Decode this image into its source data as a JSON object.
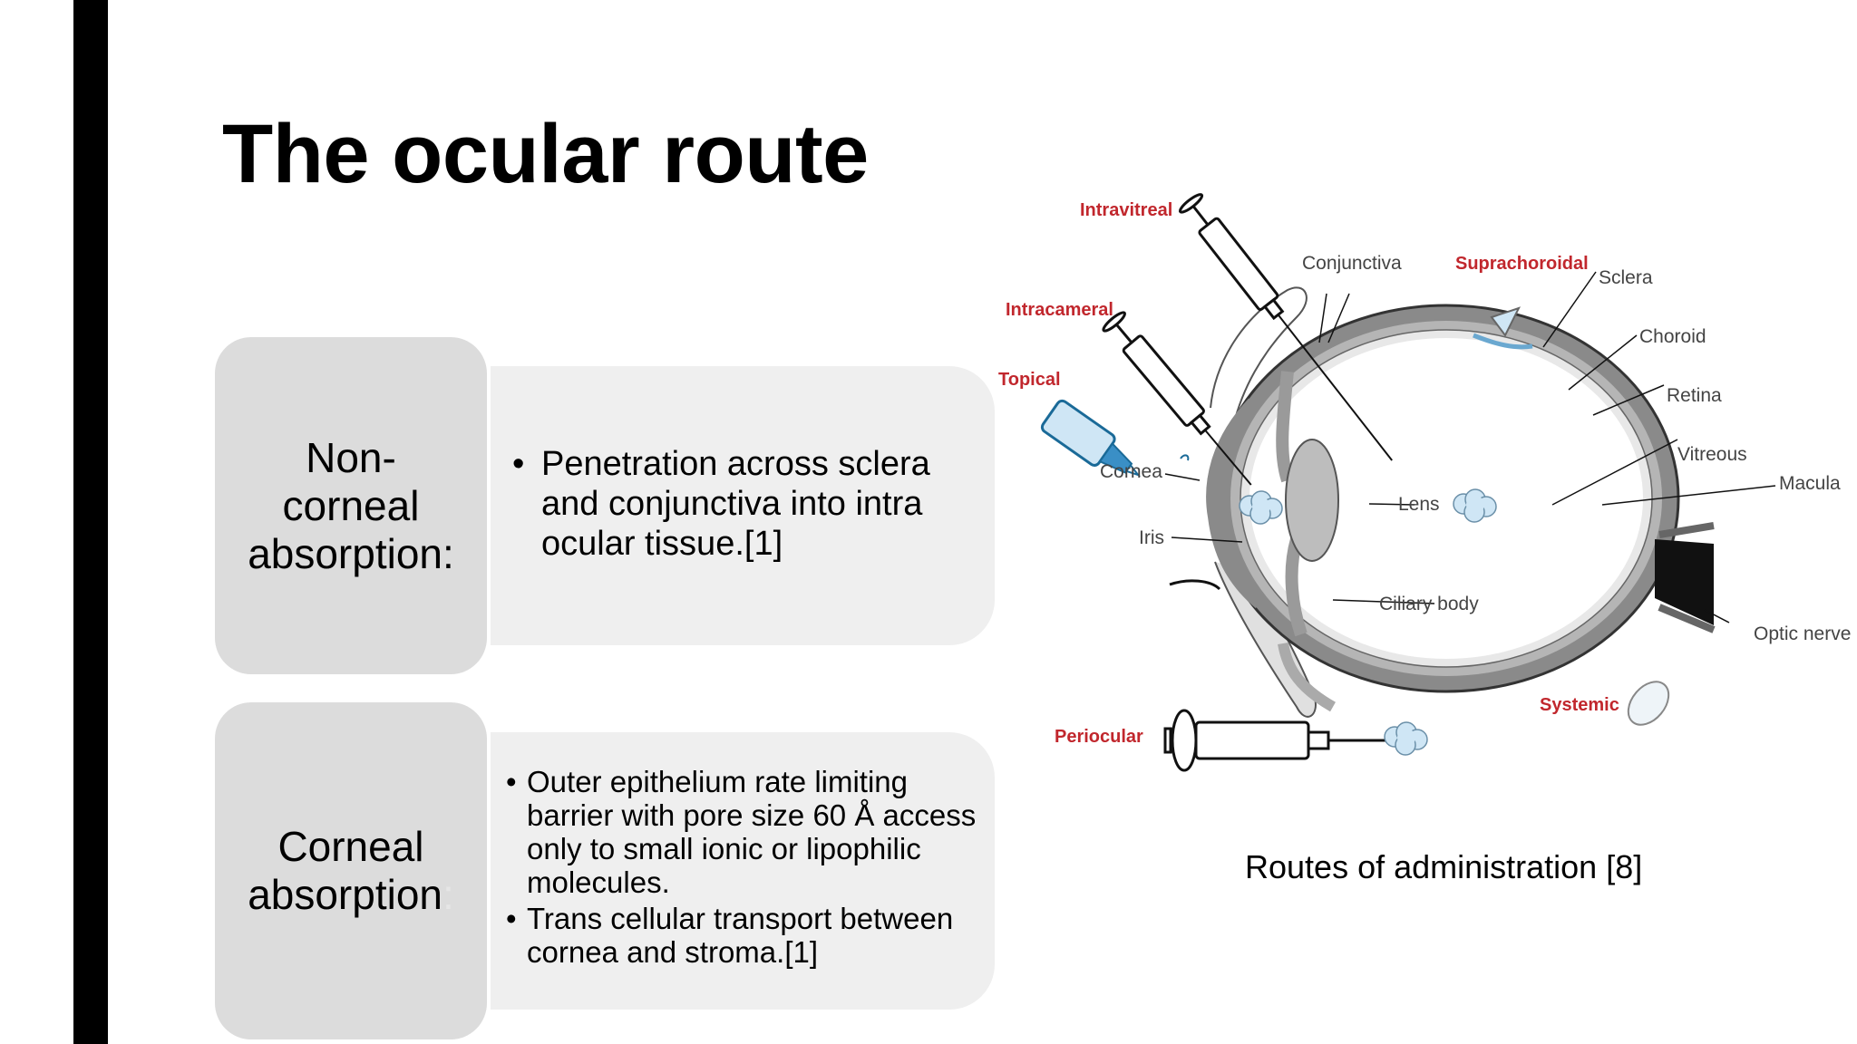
{
  "slide": {
    "title": "The ocular route"
  },
  "sections": [
    {
      "label_lines": [
        "Non-",
        "corneal",
        "absorption:"
      ],
      "bullets": [
        "Penetration across sclera and conjunctiva into intra ocular tissue.[1]"
      ]
    },
    {
      "label_lines": [
        "Corneal",
        "absorption"
      ],
      "label_colon": ":",
      "bullets": [
        "Outer epithelium rate limiting barrier with pore size 60 Å access only to small ionic or lipophilic molecules.",
        "Trans cellular transport between cornea and stroma.[1]"
      ]
    }
  ],
  "diagram": {
    "routes": {
      "intravitreal": "Intravitreal",
      "intracameral": "Intracameral",
      "topical": "Topical",
      "suprachoroidal": "Suprachoroidal",
      "periocular": "Periocular",
      "systemic": "Systemic"
    },
    "anatomy": {
      "conjunctiva": "Conjunctiva",
      "sclera": "Sclera",
      "choroid": "Choroid",
      "retina": "Retina",
      "vitreous": "Vitreous",
      "macula": "Macula",
      "cornea": "Cornea",
      "iris": "Iris",
      "lens": "Lens",
      "ciliary_body": "Ciliary body",
      "optic_nerve": "Optic nerve"
    },
    "colors": {
      "route_label": "#c1272d",
      "tissue": "#555555",
      "sclera_fill": "#8a8a8a",
      "drug_blob": "#cfe6f5"
    }
  },
  "caption": "Routes of administration [8]"
}
